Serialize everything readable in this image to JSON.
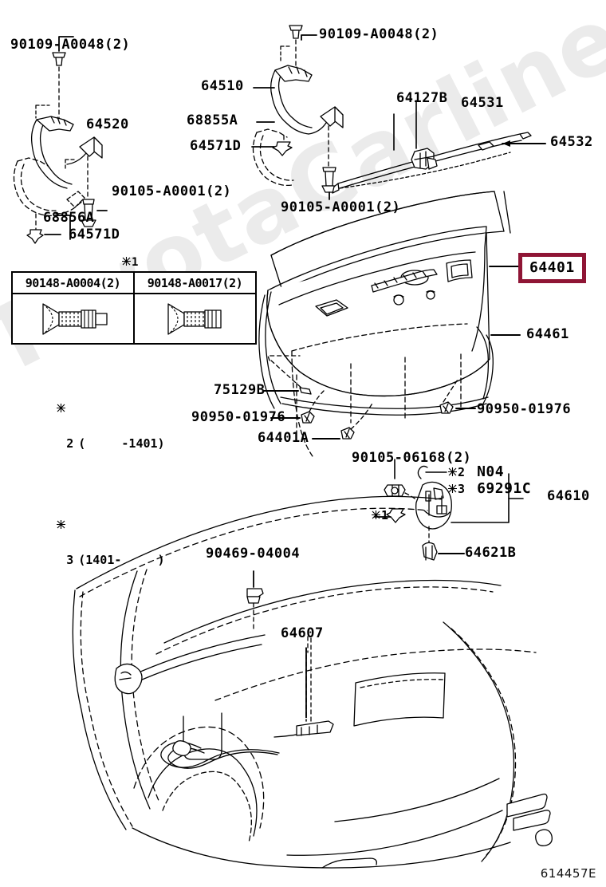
{
  "diagram": {
    "id": "614457E",
    "watermark": "ToyotaCarline.ru"
  },
  "labels": {
    "l_90109_a0048_left": "90109-A0048(2)",
    "l_64520": "64520",
    "l_90105_a0001_left": "90105-A0001(2)",
    "l_68856a": "68856A",
    "l_64571d_left": "64571D",
    "l_90109_a0048_right": "90109-A0048(2)",
    "l_64510": "64510",
    "l_68855a": "68855A",
    "l_64571d_right": "64571D",
    "l_90105_a0001_right": "90105-A0001(2)",
    "l_64127b": "64127B",
    "l_64531": "64531",
    "l_64532": "64532",
    "l_64401": "64401",
    "l_64461": "64461",
    "l_75129b": "75129B",
    "l_90950_01976_left": "90950-01976",
    "l_90950_01976_right": "90950-01976",
    "l_64401a": "64401A",
    "l_90105_06168": "90105-06168(2)",
    "l_n04": "N04",
    "l_69291c": "69291C",
    "l_64610": "64610",
    "l_64621b": "64621B",
    "l_90469_04004": "90469-04004",
    "l_64607": "64607",
    "mark1_hinge": "1",
    "mark2_n04": "2",
    "mark3_69291c": "3"
  },
  "clip_table": {
    "title_mark": "1",
    "columns": [
      {
        "part_no": "90148-A0004(2)",
        "icon": "screw-clip-icon"
      },
      {
        "part_no": "90148-A0017(2)",
        "icon": "screw-clip-icon"
      }
    ]
  },
  "footnotes": [
    {
      "mark": "2",
      "text": "(     -1401)"
    },
    {
      "mark": "3",
      "text": "(1401-     )"
    }
  ],
  "colors": {
    "highlight_border": "#8f1535",
    "line": "#000000",
    "watermark": "#ebebeb",
    "background": "#ffffff"
  }
}
